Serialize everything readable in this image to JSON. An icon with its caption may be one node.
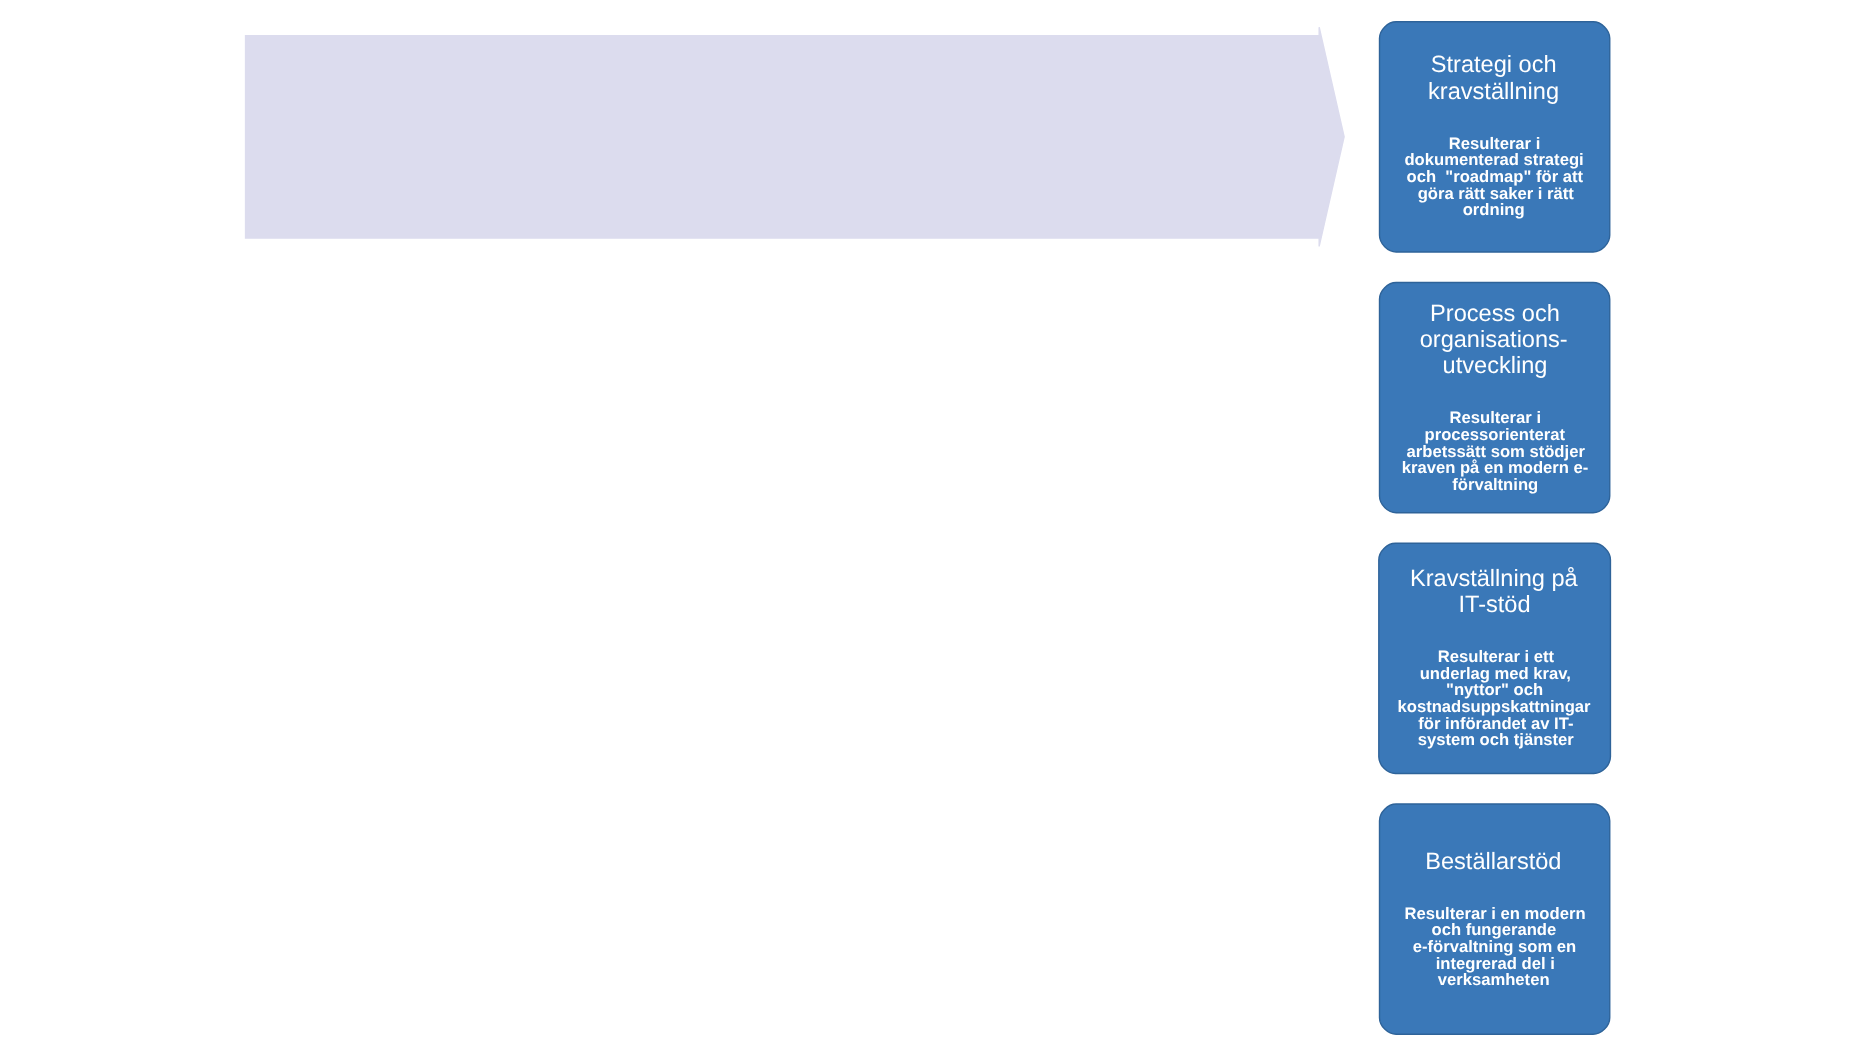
{
  "diagram": {
    "nodes": [
      {
        "text": [],
        "shape": "arrow"
      },
      {
        "text": [
          "Strategi och kravställning",
          "Resulterar i dokumenterad strategi och  \"roadmap\" för att göra rätt saker i rätt ordning"
        ]
      },
      {
        "text": [
          "Process och organisations- utveckling",
          "Resulterar i processorienterat arbetssätt som stödjer kraven på en modern e- förvaltning"
        ]
      },
      {
        "text": [
          "Kravställning på IT-stöd",
          "Resulterar i ett underlag med krav, \"nyttor\" och kostnadsuppskattningar för införandet av IT- system och tjänster"
        ]
      },
      {
        "text": [
          "Beställarstöd",
          "Resulterar i en modern och fungerande e-förvaltning som en integrerad del i verksamheten"
        ]
      }
    ],
    "edges": []
  }
}
